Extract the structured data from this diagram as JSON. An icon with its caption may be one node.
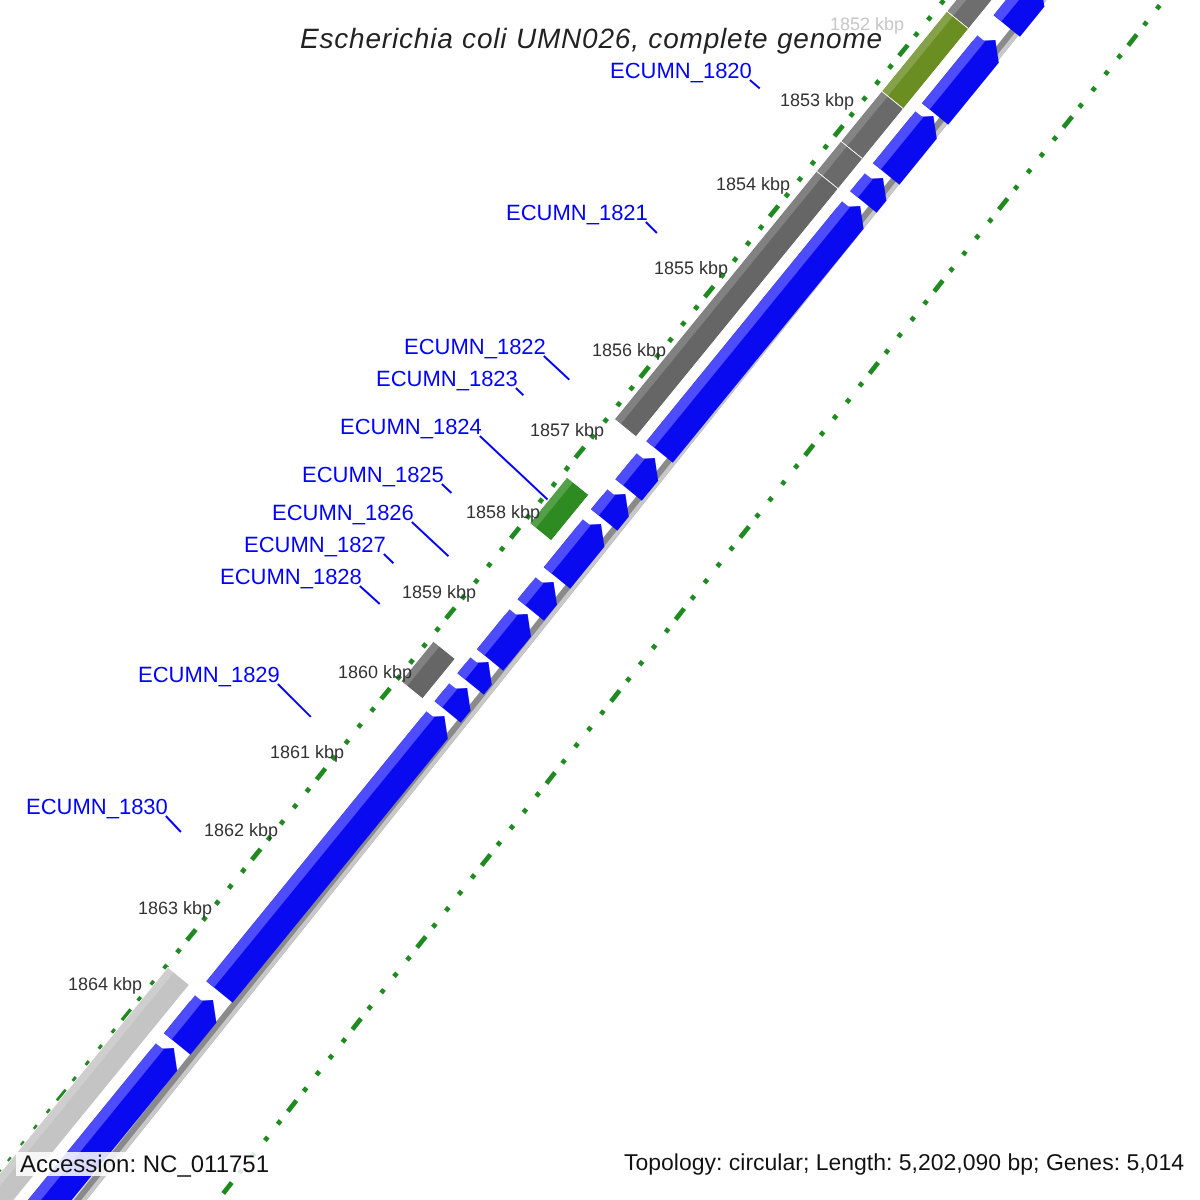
{
  "diagram": {
    "title": "Escherichia coli UMN026, complete genome",
    "nodes": [
      {
        "text": [
          "ECUMN_1820"
        ]
      },
      {
        "text": [
          "ECUMN_1821"
        ]
      },
      {
        "text": [
          "ECUMN_1822"
        ]
      },
      {
        "text": [
          "ECUMN_1823"
        ]
      },
      {
        "text": [
          "ECUMN_1824"
        ]
      },
      {
        "text": [
          "ECUMN_1825"
        ]
      },
      {
        "text": [
          "ECUMN_1826"
        ]
      },
      {
        "text": [
          "ECUMN_1827"
        ]
      },
      {
        "text": [
          "ECUMN_1828"
        ]
      },
      {
        "text": [
          "ECUMN_1829"
        ]
      },
      {
        "text": [
          "ECUMN_1830"
        ]
      },
      {
        "text": [],
        "shape": "bar"
      }
    ],
    "edges": [
      {
        "from": 0,
        "to": null,
        "arrow": "none"
      },
      {
        "from": 1,
        "to": null,
        "arrow": "none"
      },
      {
        "from": 2,
        "to": null,
        "arrow": "none"
      },
      {
        "from": 3,
        "to": null,
        "arrow": "none"
      },
      {
        "from": 4,
        "to": 11,
        "arrow": "none"
      },
      {
        "from": 5,
        "to": null,
        "arrow": "none"
      },
      {
        "from": 6,
        "to": null,
        "arrow": "none"
      },
      {
        "from": 7,
        "to": null,
        "arrow": "none"
      },
      {
        "from": 8,
        "to": null,
        "arrow": "none"
      },
      {
        "from": 9,
        "to": null,
        "arrow": "none"
      },
      {
        "from": 10,
        "to": null,
        "arrow": "none"
      }
    ],
    "labels": [
      "1852 kbp",
      "1853 kbp",
      "1854 kbp",
      "1855 kbp",
      "1856 kbp",
      "1857 kbp",
      "1858 kbp",
      "1859 kbp",
      "1860 kbp",
      "1861 kbp",
      "1862 kbp",
      "1863 kbp",
      "1864 kbp",
      "Accession: NC_011751",
      "Topology: circular; Length: 5,202,090 bp; Genes: 5,014"
    ]
  }
}
